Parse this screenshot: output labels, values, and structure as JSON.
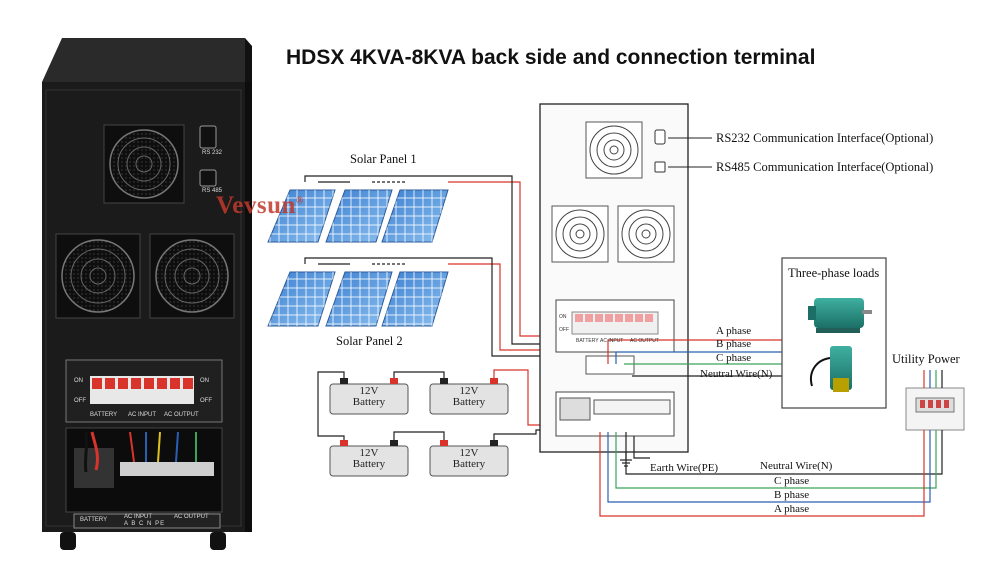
{
  "title": "HDSX  4KVA-8KVA back side and connection terminal",
  "brand": "Vevsun",
  "brand_mark": "®",
  "solar_panels": [
    "Solar Panel 1",
    "Solar Panel 2"
  ],
  "batteries": [
    {
      "voltage": "12V",
      "label": "Battery"
    },
    {
      "voltage": "12V",
      "label": "Battery"
    },
    {
      "voltage": "12V",
      "label": "Battery"
    },
    {
      "voltage": "12V",
      "label": "Battery"
    }
  ],
  "interfaces": {
    "rs232": "RS232 Communication Interface(Optional)",
    "rs485": "RS485 Communication Interface(Optional)"
  },
  "loads": {
    "title": "Three-phase loads"
  },
  "utility": "Utility Power",
  "wires_top": [
    "A phase",
    "B phase",
    "C phase",
    "Neutral Wire(N)"
  ],
  "earth": "Earth Wire(PE)",
  "wires_bottom": [
    "Neutral Wire(N)",
    "C phase",
    "B phase",
    "A phase"
  ],
  "cabinet": {
    "port1": "RS 232",
    "port2": "RS 485",
    "on": "ON",
    "off": "OFF",
    "breaker_labels": [
      "BATTERY",
      "AC INPUT",
      "AC OUTPUT"
    ],
    "terminal_groups": [
      "BATTERY",
      "AC INPUT",
      "AC OUTPUT"
    ],
    "terminal_letters": [
      "A",
      "B",
      "C",
      "N",
      "PE"
    ]
  },
  "diagram_panel": {
    "on": "ON",
    "off": "OFF",
    "breaker_labels": [
      "BATTERY",
      "AC INPUT",
      "AC OUTPUT"
    ]
  },
  "colors": {
    "wire_red": "#d9342b",
    "wire_black": "#222222",
    "wire_green": "#3aa55a",
    "wire_blue": "#2b5fb3",
    "brand": "#c0392b",
    "cabinet": "#1b1b1b"
  }
}
